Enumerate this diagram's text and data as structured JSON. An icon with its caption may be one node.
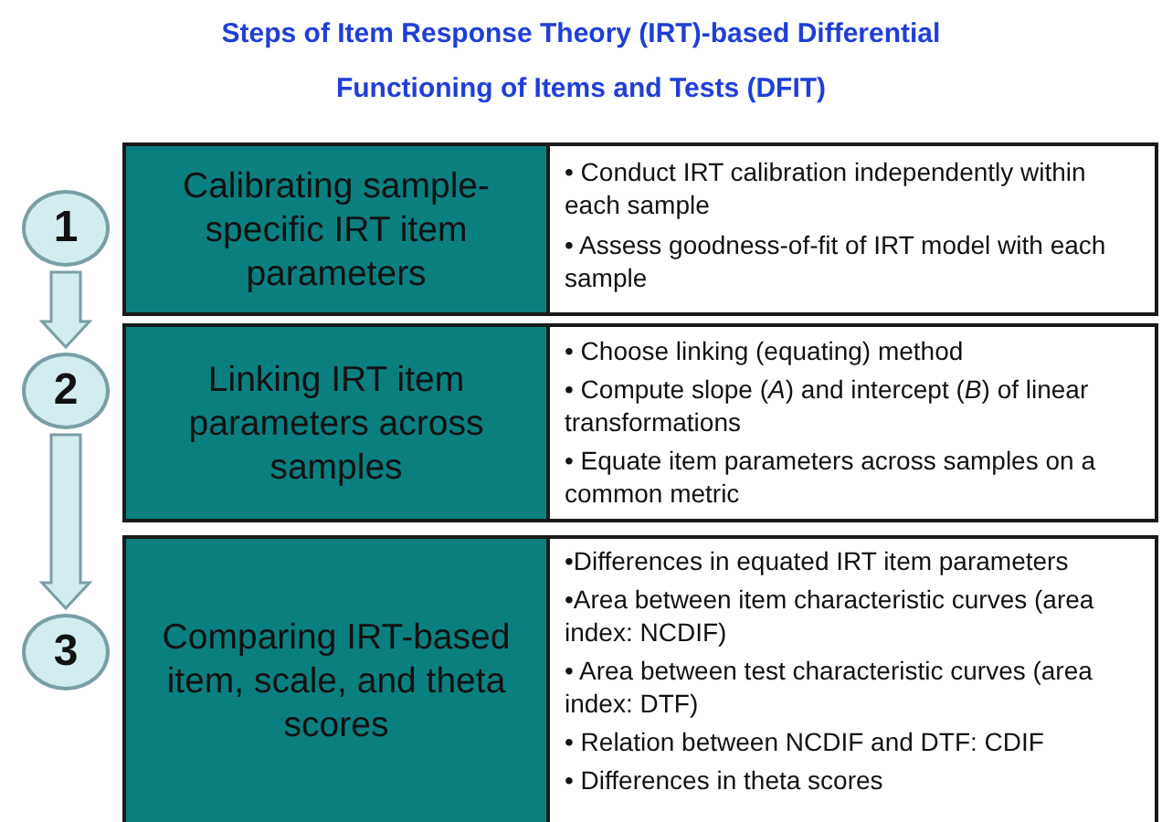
{
  "diagram": {
    "title": "Steps of Item Response Theory (IRT)-based Differential Functioning of Items and Tests (DFIT)",
    "nodes": [
      {
        "text": [
          "1"
        ]
      },
      {
        "text": [
          "Calibrating sample-specific IRT item parameters"
        ]
      },
      {
        "text": [
          "• Conduct IRT calibration independently within each sample",
          "• Assess goodness-of-fit of IRT model with each sample"
        ]
      },
      {
        "text": [
          "2"
        ]
      },
      {
        "text": [
          "Linking IRT item parameters across samples"
        ]
      },
      {
        "text": [
          "• Choose linking (equating) method",
          "• Compute slope (*A*) and intercept (*B*) of linear transformations",
          "• Equate item parameters across samples on a common metric"
        ]
      },
      {
        "text": [
          "3"
        ]
      },
      {
        "text": [
          "Comparing IRT-based item, scale, and theta scores"
        ]
      },
      {
        "text": [
          "•Differences in equated IRT item parameters",
          "•Area between item characteristic curves (area index: NCDIF)",
          "• Area between test characteristic curves (area index: DTF)",
          "• Relation between NCDIF and DTF: CDIF",
          "• Differences in theta scores"
        ]
      }
    ],
    "edges": [
      {
        "from": 0,
        "to": 3,
        "arrow": "to"
      },
      {
        "from": 3,
        "to": 6,
        "arrow": "to"
      }
    ]
  }
}
